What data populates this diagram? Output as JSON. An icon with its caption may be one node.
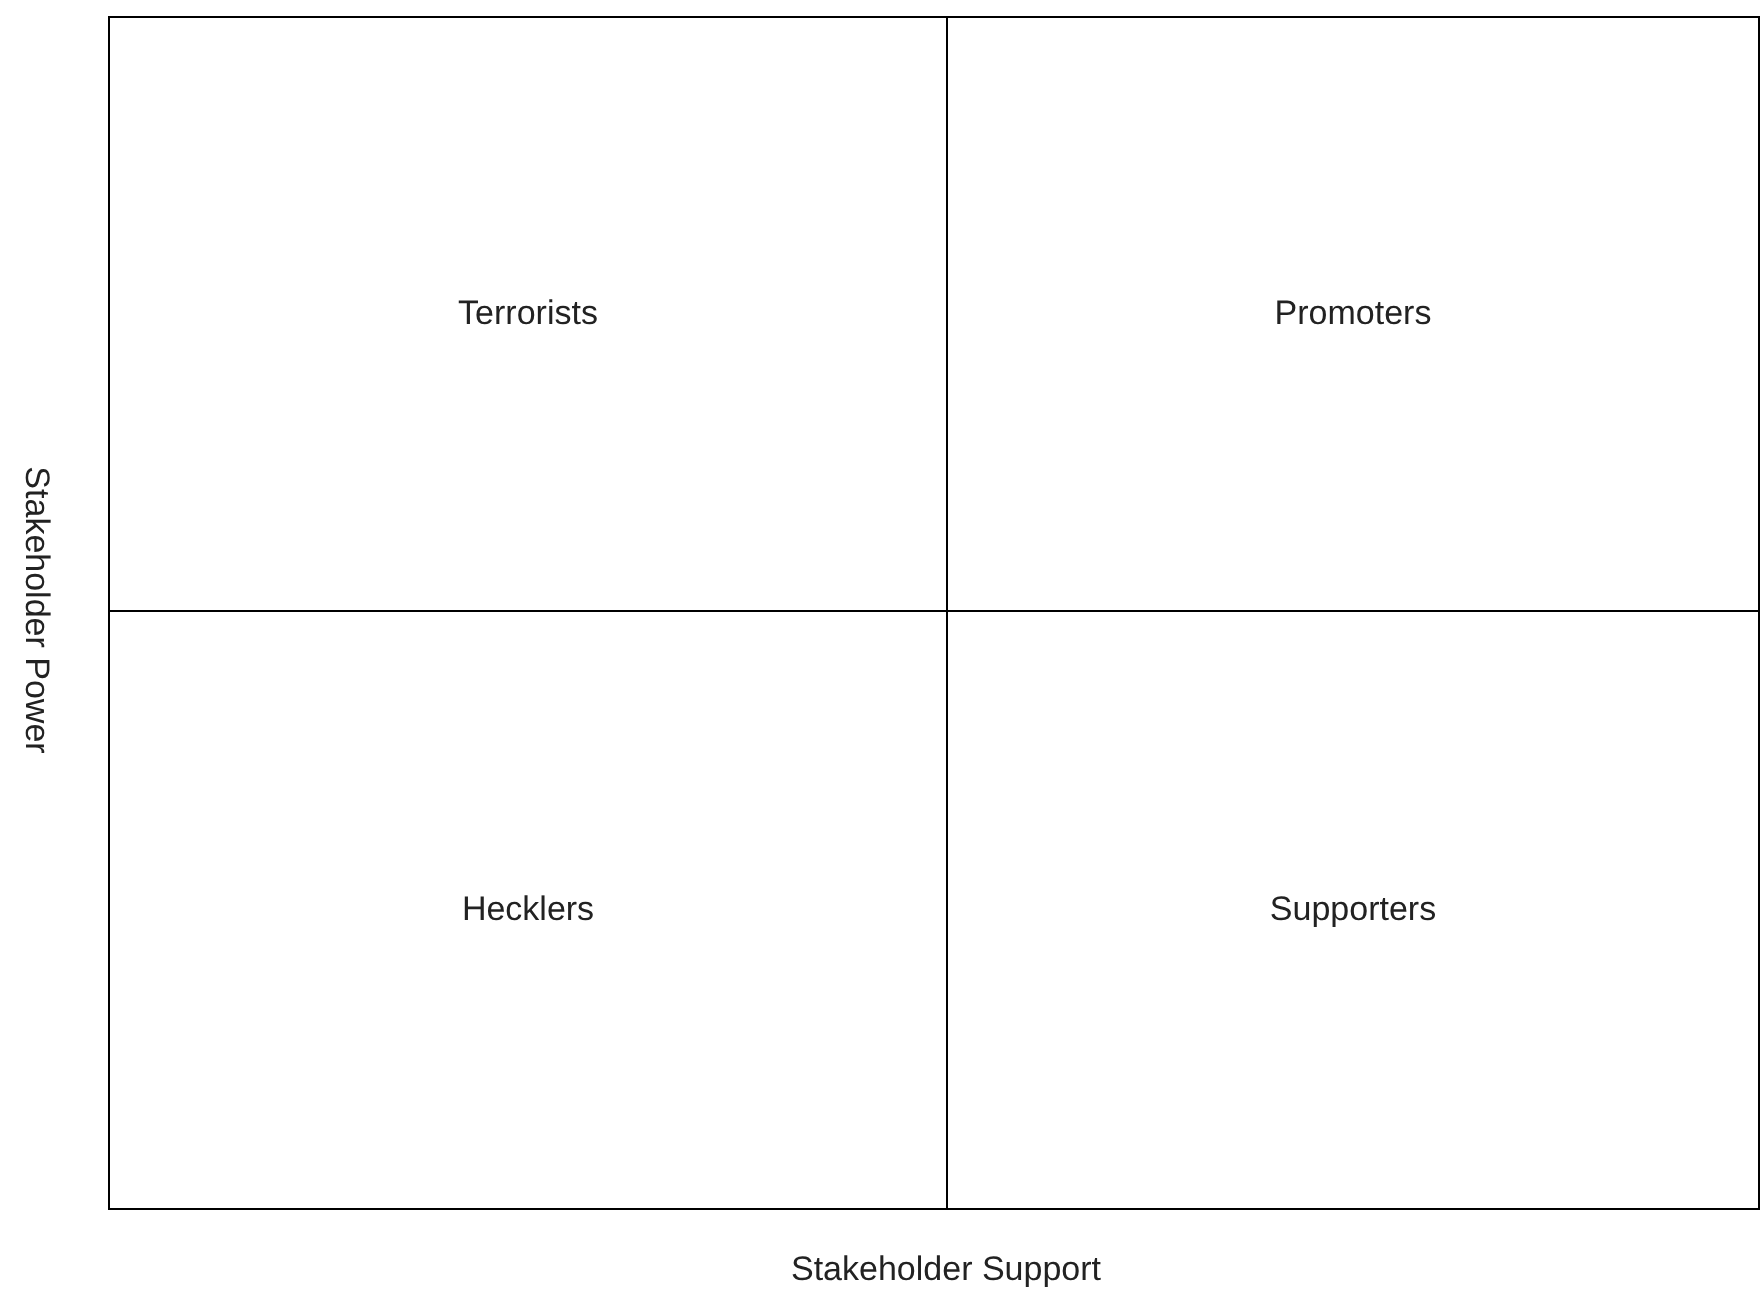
{
  "diagram": {
    "nodes": [
      {
        "text": [
          "Terrorists"
        ]
      },
      {
        "text": [
          "Promoters"
        ]
      },
      {
        "text": [
          "Hecklers"
        ]
      },
      {
        "text": [
          "Supporters"
        ]
      }
    ],
    "labels": [
      "Stakeholder Power",
      "Stakeholder Support"
    ]
  }
}
